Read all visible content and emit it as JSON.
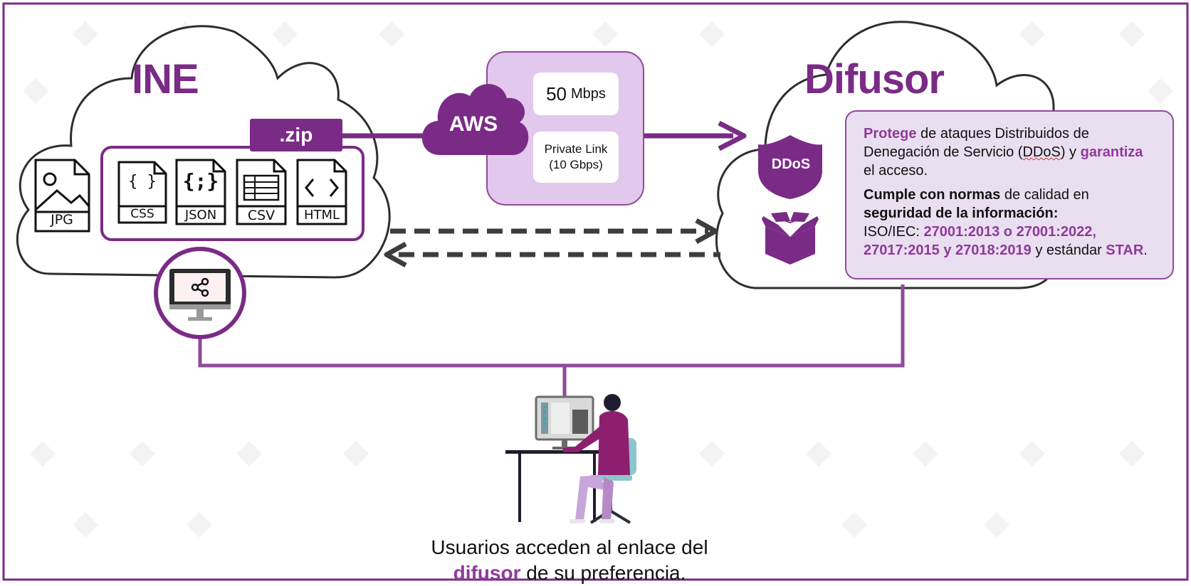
{
  "ine": {
    "title": "INE",
    "zip_label": ".zip"
  },
  "files": [
    "JPG",
    "CSS",
    "JSON",
    "CSV",
    "HTML"
  ],
  "aws": {
    "label": "AWS",
    "speed_value": "50",
    "speed_unit": "Mbps",
    "link_line1": "Private Link",
    "link_line2": "(10 Gbps)"
  },
  "difusor": {
    "title": "Difusor",
    "ddos_label": "DDoS",
    "p1": {
      "a": "Protege",
      "b": " de ataques Distribuidos de Denegación de Servicio (",
      "c": "DDoS",
      "d": ") y ",
      "e": "garantiza",
      "f": " el acceso."
    },
    "p2": {
      "a": "Cumple con normas",
      "b": " de calidad en ",
      "c": "seguridad de la información:",
      "d": "ISO/IEC: ",
      "e": "27001:2013 o 27001:2022, 27017:2015 y 27018:2019",
      "f": " y estándar ",
      "g": "STAR",
      "h": "."
    }
  },
  "caption": {
    "line1": "Usuarios acceden al enlace del",
    "hl": "difusor",
    "line2_rest": " de su preferencia."
  },
  "colors": {
    "purple": "#7a2b86",
    "light_purple": "#e2c8ec",
    "box_fill": "#eadff0",
    "arrow_gray": "#3d3d3d"
  },
  "icons": [
    "image-file-icon",
    "css-file-icon",
    "json-file-icon",
    "csv-file-icon",
    "html-file-icon",
    "aws-cloud-icon",
    "ddos-shield-icon",
    "open-box-icon",
    "share-monitor-icon",
    "user-at-desk-illustration"
  ]
}
